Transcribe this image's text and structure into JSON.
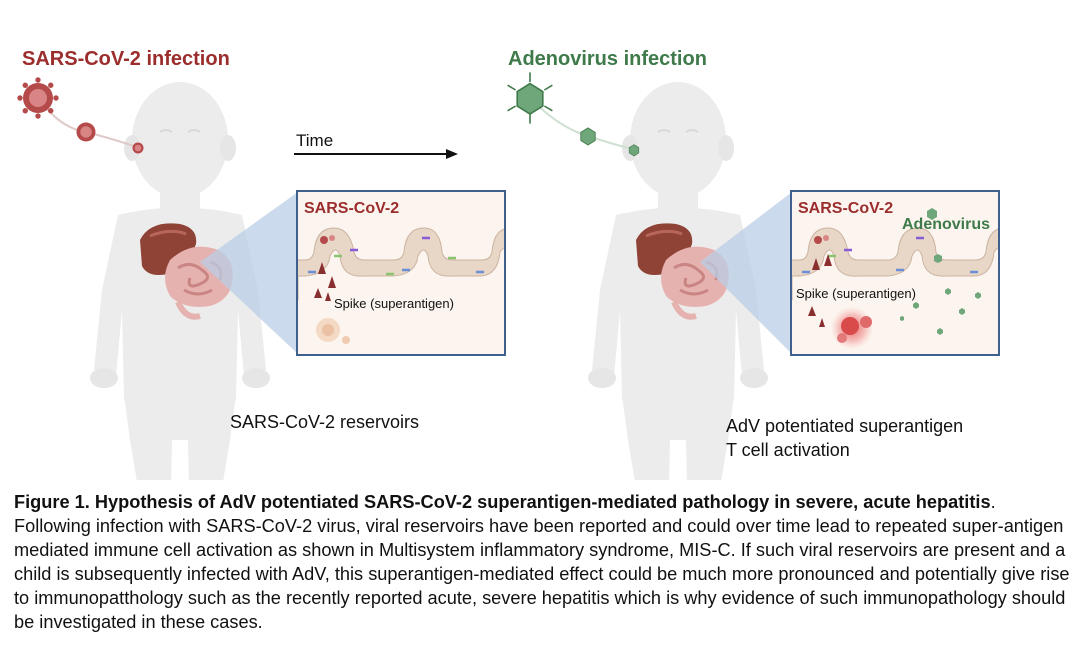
{
  "left": {
    "infection_title": "SARS-CoV-2 infection",
    "inset_title": "SARS-CoV-2",
    "spike_label": "Spike (superantigen)",
    "caption": "SARS-CoV-2 reservoirs"
  },
  "right": {
    "infection_title": "Adenovirus infection",
    "inset_title": "SARS-CoV-2",
    "inset_adenovirus": "Adenovirus",
    "spike_label": "Spike (superantigen)",
    "caption_line1": "AdV potentiated superantigen",
    "caption_line2": "T cell activation"
  },
  "time_label": "Time",
  "figure_caption": {
    "bold": "Figure 1. Hypothesis of AdV potentiated SARS-CoV-2 superantigen-mediated pathology in severe, acute hepatitis",
    "text": ". Following infection with SARS-CoV-2 virus, viral reservoirs have been reported and could over time lead to repeated super-antigen mediated immune cell activation as shown in Multisystem inflammatory syndrome, MIS-C. If such  viral reservoirs are present and a child is subsequently infected with AdV, this superantigen-mediated effect could be much more pronounced and potentially give rise to immunopatthology such as the recently reported acute, severe hepatitis which is why evidence of such immunopathology should be investigated in these cases."
  },
  "colors": {
    "sars": "#9b2d2d",
    "adeno": "#3f7a4a",
    "body": "#ececec",
    "panel_border": "#3f5f8f",
    "cone": "#b9cde6"
  }
}
